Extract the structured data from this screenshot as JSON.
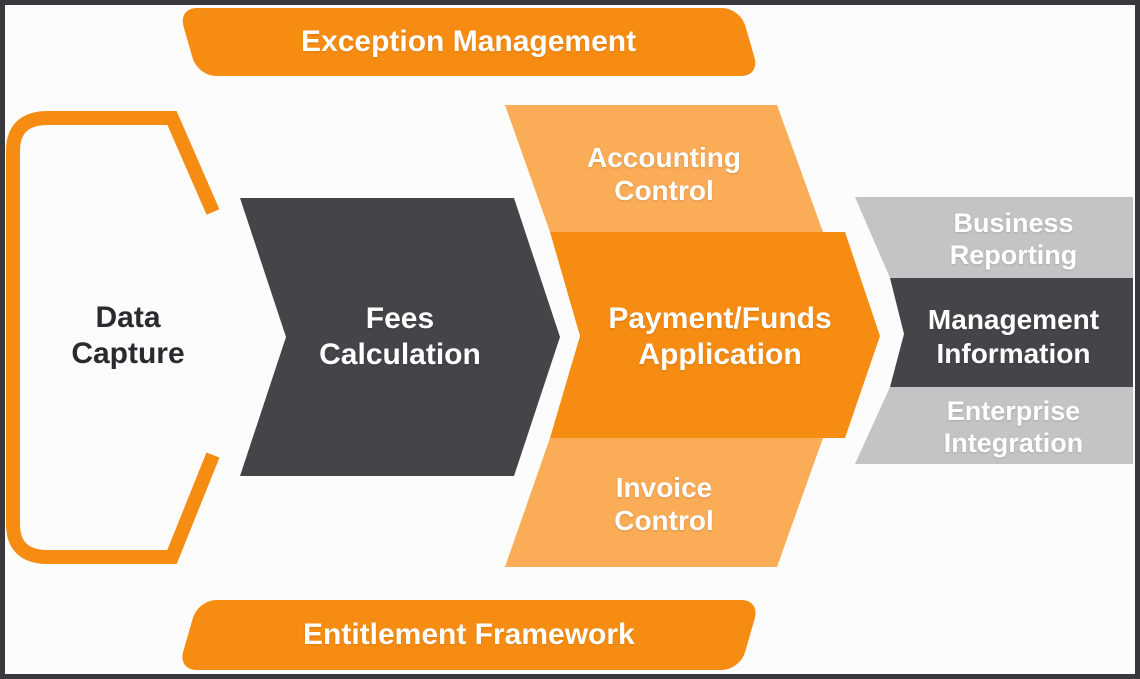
{
  "banners": {
    "top": "Exception Management",
    "bottom": "Entitlement Framework"
  },
  "flow": {
    "data_capture": {
      "label": "Data Capture"
    },
    "fees_calculation": {
      "label": "Fees Calculation"
    },
    "processing": {
      "top": {
        "label": "Accounting Control"
      },
      "center": {
        "label": "Payment/Funds Application"
      },
      "bottom": {
        "label": "Invoice Control"
      }
    },
    "outputs": {
      "top": {
        "label": "Business Reporting"
      },
      "center": {
        "label": "Management Information"
      },
      "bottom": {
        "label": "Enterprise Integration"
      }
    }
  },
  "colors": {
    "orange": "#F78C12",
    "orange_light": "#FBAC57",
    "gray_dark": "#454449",
    "gray_light": "#C3C4C6",
    "canvas": "#FCFCFC",
    "frame": "#39383C",
    "text_on_color": "#FFFFFF",
    "text_dark": "#2B2A2E"
  }
}
